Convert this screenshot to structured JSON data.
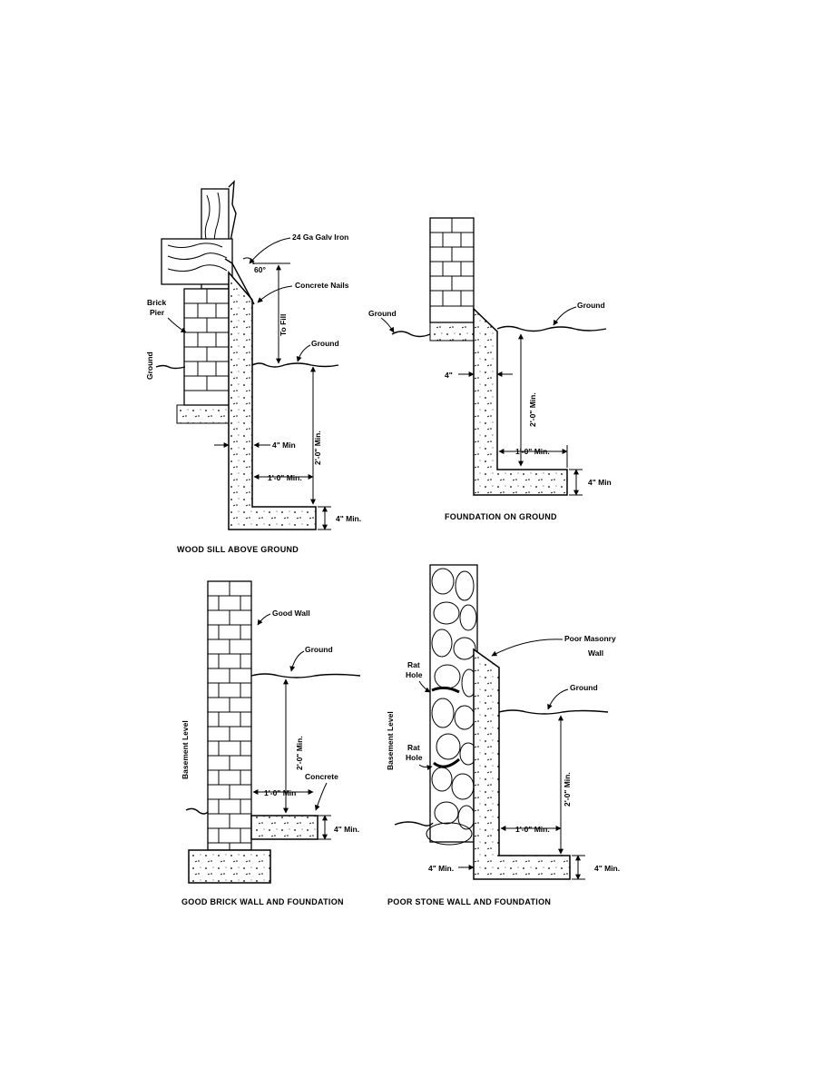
{
  "panels": {
    "wood_sill": {
      "caption": "WOOD SILL ABOVE GROUND",
      "labels": {
        "galv_iron": "24 Ga Galv Iron",
        "angle": "60°",
        "concrete_nails": "Concrete Nails",
        "brick_pier": "Brick\nPier",
        "to_fill": "To Fill",
        "ground_right": "Ground",
        "ground_left": "Ground",
        "four_min": "4\" Min",
        "two_ft_min": "2'-0\" Min.",
        "one_ft_min": "1'-0\" Min.",
        "four_min_footing": "4\" Min."
      }
    },
    "foundation_on_ground": {
      "caption": "FOUNDATION ON GROUND",
      "labels": {
        "ground_left": "Ground",
        "ground_right": "Ground",
        "four": "4\"",
        "two_ft_min": "2'-0\" Min.",
        "one_ft_min": "1'-0\" Min.",
        "four_min": "4\" Min"
      }
    },
    "good_brick": {
      "caption": "GOOD BRICK WALL AND FOUNDATION",
      "labels": {
        "good_wall": "Good Wall",
        "ground": "Ground",
        "basement_level": "Basement Level",
        "two_ft_min": "2'-0\" Min.",
        "concrete": "Concrete",
        "one_ft_min": "1'-0\" Min",
        "four_min": "4\" Min."
      }
    },
    "poor_stone": {
      "caption": "POOR STONE WALL AND FOUNDATION",
      "labels": {
        "poor_masonry": "Poor Masonry\nWall",
        "rat_hole_1": "Rat\nHole",
        "rat_hole_2": "Rat\nHole",
        "ground": "Ground",
        "basement_level": "Basement Level",
        "two_ft_min": "2'-0\" Min.",
        "one_ft_min": "1'-0\" Min.",
        "four_min_left": "4\" Min.",
        "four_min_right": "4\" Min."
      }
    }
  }
}
